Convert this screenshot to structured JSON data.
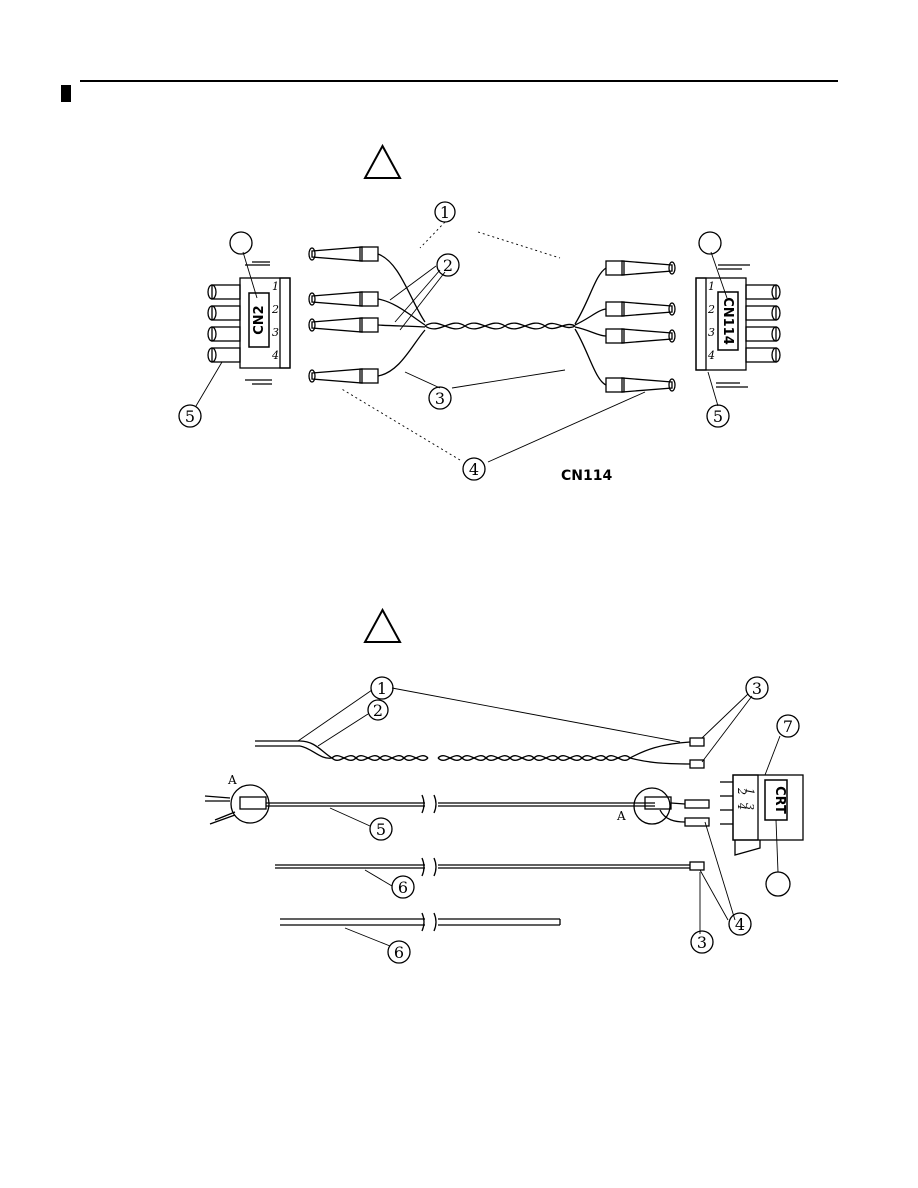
{
  "diagram1": {
    "connectors": {
      "left": {
        "label": "CN2",
        "pins": [
          "1",
          "2",
          "3",
          "4"
        ]
      },
      "right": {
        "label": "CN114",
        "pins": [
          "1",
          "2",
          "3",
          "4"
        ]
      }
    },
    "callouts": [
      "1",
      "2",
      "3",
      "4",
      "5",
      "5"
    ],
    "caption": "CN114"
  },
  "diagram2": {
    "connector": {
      "label": "CRT",
      "pins": [
        "1",
        "2",
        "3",
        "4"
      ]
    },
    "callouts": [
      "1",
      "2",
      "3",
      "3",
      "4",
      "5",
      "6",
      "6",
      "7"
    ],
    "detail_labels": [
      "A",
      "A"
    ]
  }
}
